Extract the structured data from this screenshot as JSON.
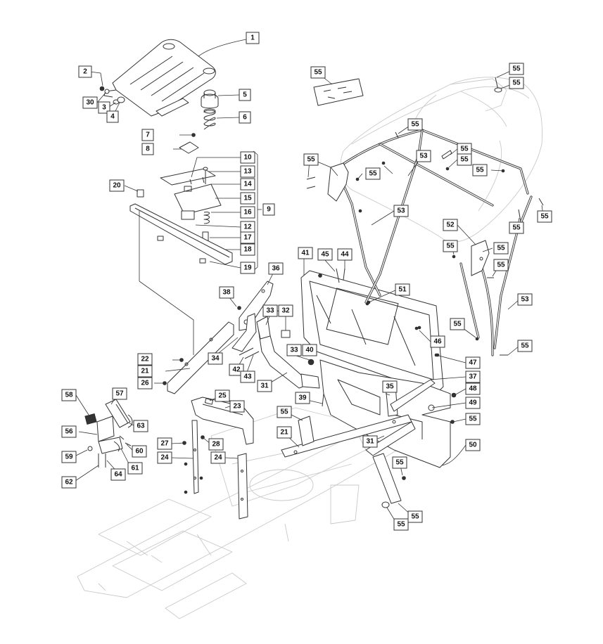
{
  "diagram": {
    "callouts": [
      {
        "id": "c1",
        "label": "1"
      },
      {
        "id": "c2",
        "label": "2"
      },
      {
        "id": "c30",
        "label": "30"
      },
      {
        "id": "c3",
        "label": "3"
      },
      {
        "id": "c4",
        "label": "4"
      },
      {
        "id": "c5",
        "label": "5"
      },
      {
        "id": "c6",
        "label": "6"
      },
      {
        "id": "c7",
        "label": "7"
      },
      {
        "id": "c8",
        "label": "8"
      },
      {
        "id": "c10",
        "label": "10"
      },
      {
        "id": "c13",
        "label": "13"
      },
      {
        "id": "c14",
        "label": "14"
      },
      {
        "id": "c15",
        "label": "15"
      },
      {
        "id": "c16",
        "label": "16"
      },
      {
        "id": "c12",
        "label": "12"
      },
      {
        "id": "c17",
        "label": "17"
      },
      {
        "id": "c18",
        "label": "18"
      },
      {
        "id": "c19",
        "label": "19"
      },
      {
        "id": "c9",
        "label": "9"
      },
      {
        "id": "c20",
        "label": "20"
      },
      {
        "id": "c36",
        "label": "36"
      },
      {
        "id": "c38",
        "label": "38"
      },
      {
        "id": "c33a",
        "label": "33"
      },
      {
        "id": "c32",
        "label": "32"
      },
      {
        "id": "c33b",
        "label": "33"
      },
      {
        "id": "c40",
        "label": "40"
      },
      {
        "id": "c34",
        "label": "34"
      },
      {
        "id": "c42",
        "label": "42"
      },
      {
        "id": "c43",
        "label": "43"
      },
      {
        "id": "c31a",
        "label": "31"
      },
      {
        "id": "c22",
        "label": "22"
      },
      {
        "id": "c21a",
        "label": "21"
      },
      {
        "id": "c26",
        "label": "26"
      },
      {
        "id": "c41",
        "label": "41"
      },
      {
        "id": "c45",
        "label": "45"
      },
      {
        "id": "c44",
        "label": "44"
      },
      {
        "id": "c51",
        "label": "51"
      },
      {
        "id": "c46",
        "label": "46"
      },
      {
        "id": "c47",
        "label": "47"
      },
      {
        "id": "c37",
        "label": "37"
      },
      {
        "id": "c35",
        "label": "35"
      },
      {
        "id": "c48",
        "label": "48"
      },
      {
        "id": "c49",
        "label": "49"
      },
      {
        "id": "c55o",
        "label": "55"
      },
      {
        "id": "c50",
        "label": "50"
      },
      {
        "id": "c39",
        "label": "39"
      },
      {
        "id": "c55i",
        "label": "55"
      },
      {
        "id": "c21b",
        "label": "21"
      },
      {
        "id": "c31b",
        "label": "31"
      },
      {
        "id": "c55r",
        "label": "55"
      },
      {
        "id": "c55s",
        "label": "55"
      },
      {
        "id": "c55t",
        "label": "55"
      },
      {
        "id": "c55a",
        "label": "55"
      },
      {
        "id": "c55b",
        "label": "55"
      },
      {
        "id": "c55c",
        "label": "55"
      },
      {
        "id": "c55d",
        "label": "55"
      },
      {
        "id": "c55e",
        "label": "55"
      },
      {
        "id": "c53a",
        "label": "53"
      },
      {
        "id": "c55f",
        "label": "55"
      },
      {
        "id": "c55g",
        "label": "55"
      },
      {
        "id": "c55h",
        "label": "55"
      },
      {
        "id": "c55j",
        "label": "55"
      },
      {
        "id": "c53b",
        "label": "53"
      },
      {
        "id": "c55k",
        "label": "55"
      },
      {
        "id": "c52",
        "label": "52"
      },
      {
        "id": "c55l",
        "label": "55"
      },
      {
        "id": "c55m",
        "label": "55"
      },
      {
        "id": "c55n",
        "label": "55"
      },
      {
        "id": "c55p",
        "label": "55"
      },
      {
        "id": "c53c",
        "label": "53"
      },
      {
        "id": "c55q",
        "label": "55"
      },
      {
        "id": "c55u",
        "label": "55"
      },
      {
        "id": "c58",
        "label": "58"
      },
      {
        "id": "c57",
        "label": "57"
      },
      {
        "id": "c56",
        "label": "56"
      },
      {
        "id": "c63",
        "label": "63"
      },
      {
        "id": "c60",
        "label": "60"
      },
      {
        "id": "c59",
        "label": "59"
      },
      {
        "id": "c61",
        "label": "61"
      },
      {
        "id": "c62",
        "label": "62"
      },
      {
        "id": "c64",
        "label": "64"
      },
      {
        "id": "c25",
        "label": "25"
      },
      {
        "id": "c23",
        "label": "23"
      },
      {
        "id": "c27",
        "label": "27"
      },
      {
        "id": "c28",
        "label": "28"
      },
      {
        "id": "c24a",
        "label": "24"
      },
      {
        "id": "c24b",
        "label": "24"
      }
    ]
  }
}
